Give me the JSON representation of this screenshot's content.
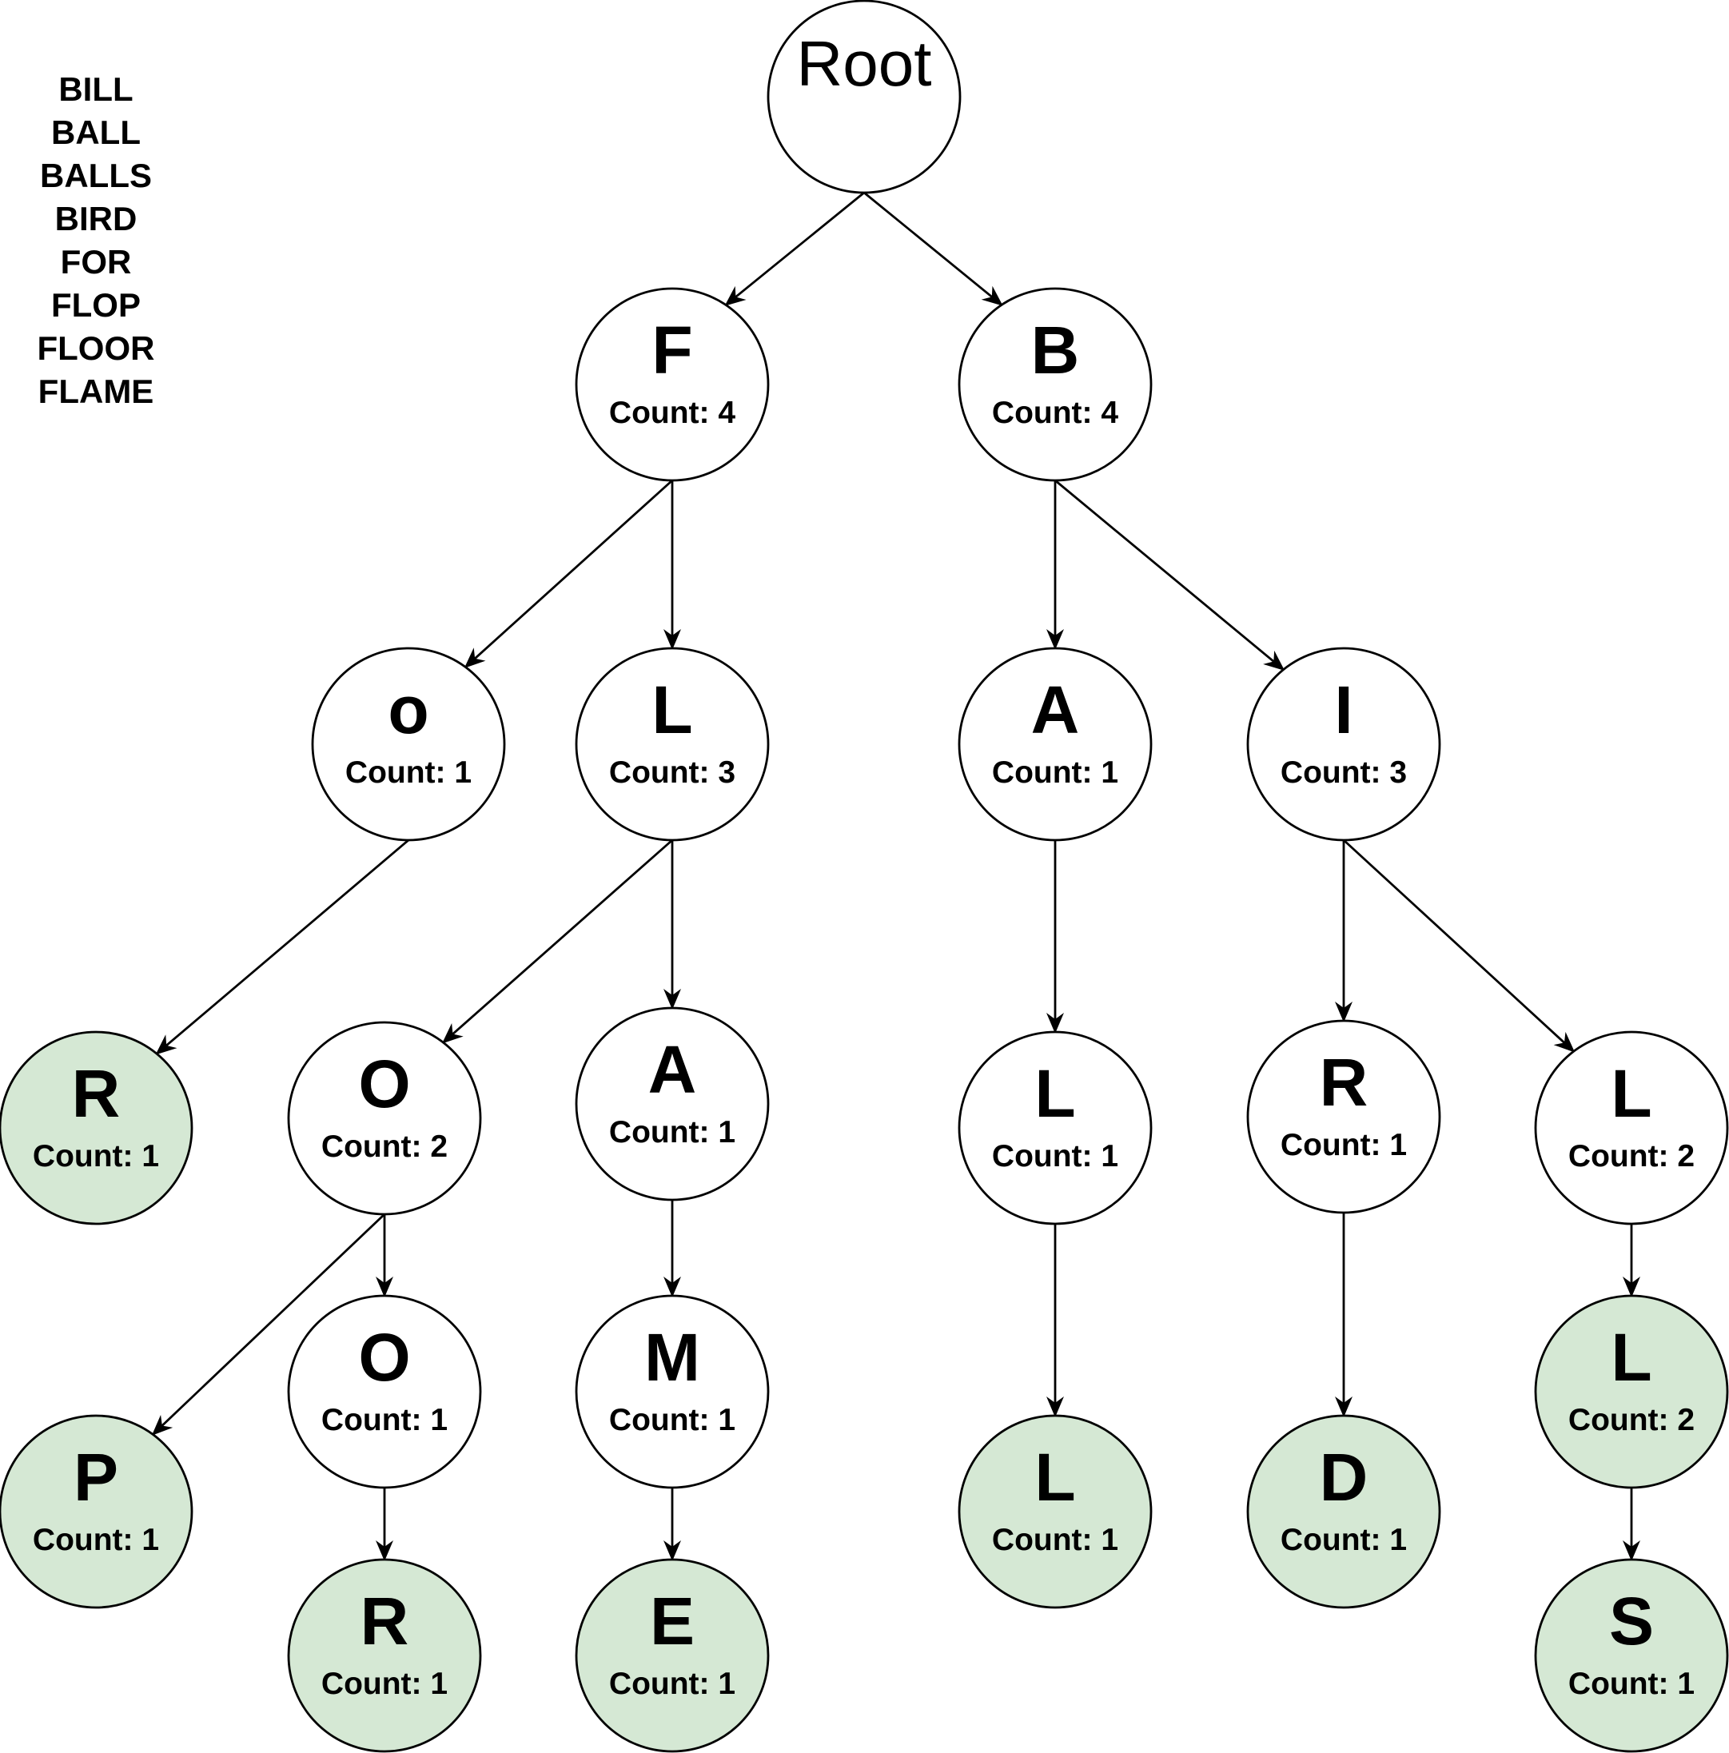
{
  "colors": {
    "node_fill": "#ffffff",
    "terminal_fill": "#d5e8d4",
    "stroke": "#000000"
  },
  "word_list": [
    "BILL",
    "BALL",
    "BALLS",
    "BIRD",
    "FOR",
    "FLOP",
    "FLOOR",
    "FLAME"
  ],
  "count_prefix": "Count: ",
  "root": {
    "label": "Root"
  },
  "nodes": [
    {
      "id": "f",
      "letter": "F",
      "count": 4,
      "terminal": false
    },
    {
      "id": "b",
      "letter": "B",
      "count": 4,
      "terminal": false
    },
    {
      "id": "fo",
      "letter": "o",
      "count": 1,
      "terminal": false
    },
    {
      "id": "fl",
      "letter": "L",
      "count": 3,
      "terminal": false
    },
    {
      "id": "ba",
      "letter": "A",
      "count": 1,
      "terminal": false
    },
    {
      "id": "bi",
      "letter": "I",
      "count": 3,
      "terminal": false
    },
    {
      "id": "for",
      "letter": "R",
      "count": 1,
      "terminal": true
    },
    {
      "id": "flo",
      "letter": "O",
      "count": 2,
      "terminal": false
    },
    {
      "id": "fla",
      "letter": "A",
      "count": 1,
      "terminal": false
    },
    {
      "id": "bal",
      "letter": "L",
      "count": 1,
      "terminal": false
    },
    {
      "id": "bir",
      "letter": "R",
      "count": 1,
      "terminal": false
    },
    {
      "id": "bil",
      "letter": "L",
      "count": 2,
      "terminal": false
    },
    {
      "id": "flop",
      "letter": "P",
      "count": 1,
      "terminal": true
    },
    {
      "id": "floo",
      "letter": "O",
      "count": 1,
      "terminal": false
    },
    {
      "id": "flam",
      "letter": "M",
      "count": 1,
      "terminal": false
    },
    {
      "id": "ball",
      "letter": "L",
      "count": 1,
      "terminal": true
    },
    {
      "id": "bird",
      "letter": "D",
      "count": 1,
      "terminal": true
    },
    {
      "id": "bill",
      "letter": "L",
      "count": 2,
      "terminal": true
    },
    {
      "id": "floor",
      "letter": "R",
      "count": 1,
      "terminal": true
    },
    {
      "id": "flame",
      "letter": "E",
      "count": 1,
      "terminal": true
    },
    {
      "id": "balls",
      "letter": "S",
      "count": 1,
      "terminal": true
    }
  ],
  "edges": [
    [
      "root",
      "f"
    ],
    [
      "root",
      "b"
    ],
    [
      "f",
      "fo"
    ],
    [
      "f",
      "fl"
    ],
    [
      "b",
      "ba"
    ],
    [
      "b",
      "bi"
    ],
    [
      "fo",
      "for"
    ],
    [
      "fl",
      "flo"
    ],
    [
      "fl",
      "fla"
    ],
    [
      "ba",
      "bal"
    ],
    [
      "bi",
      "bir"
    ],
    [
      "bi",
      "bil"
    ],
    [
      "flo",
      "flop"
    ],
    [
      "flo",
      "floo"
    ],
    [
      "fla",
      "flam"
    ],
    [
      "bal",
      "ball"
    ],
    [
      "bir",
      "bird"
    ],
    [
      "bil",
      "bill"
    ],
    [
      "floo",
      "floor"
    ],
    [
      "flam",
      "flame"
    ],
    [
      "bill",
      "balls"
    ]
  ]
}
